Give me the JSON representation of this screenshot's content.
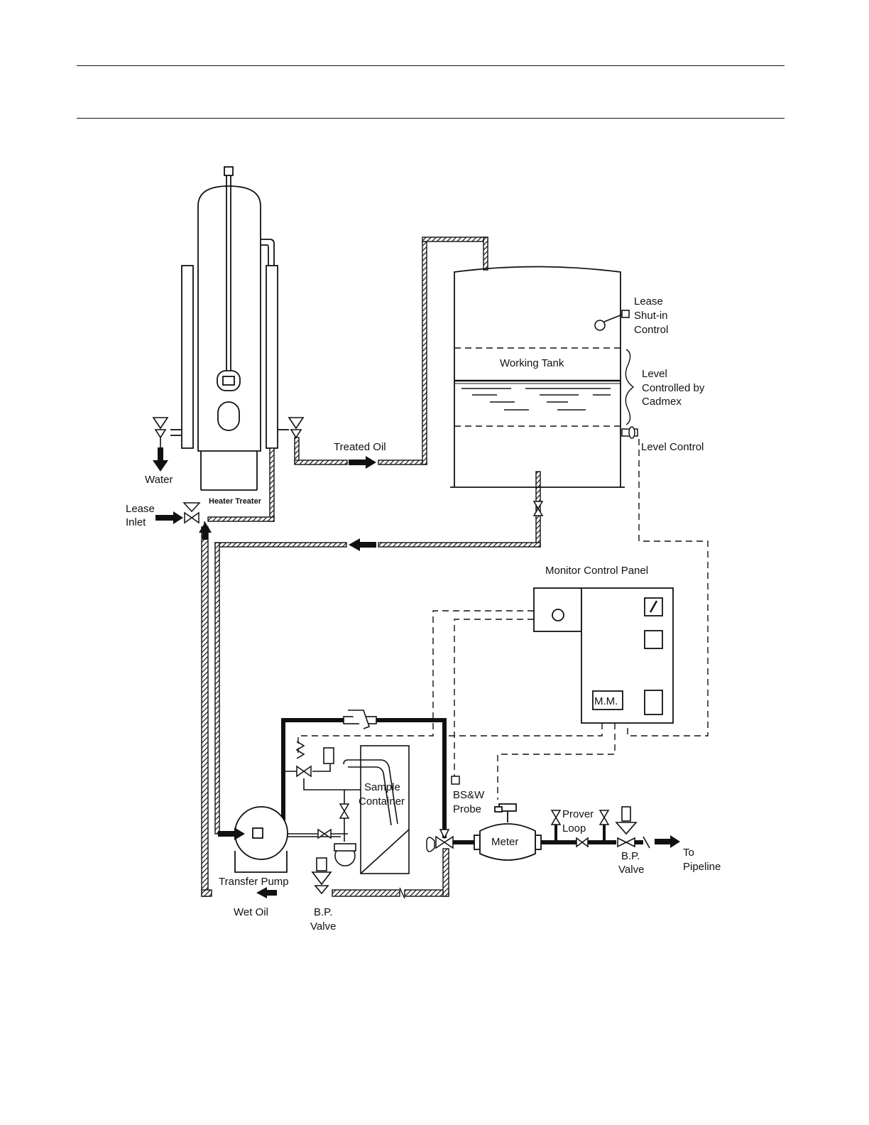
{
  "header": {
    "top_rule": "",
    "bottom_rule": ""
  },
  "labels": {
    "lease_line1": "Lease",
    "lease_line2": "Shut-in",
    "lease_line3": "Control",
    "working_tank": "Working Tank",
    "level_line1": "Level",
    "level_line2": "Controlled by",
    "level_line3": "Cadmex",
    "level_control": "Level Control",
    "treated_oil": "Treated Oil",
    "water": "Water",
    "heater_treater": "Heater Treater",
    "lease_inlet_line1": "Lease",
    "lease_inlet_line2": "Inlet",
    "monitor_control_panel": "Monitor Control Panel",
    "mm": "M.M.",
    "sample_line1": "Sample",
    "sample_line2": "Container",
    "bsw_line1": "BS&W",
    "bsw_line2": "Probe",
    "meter": "Meter",
    "prover_line1": "Prover",
    "prover_line2": "Loop",
    "bp_valve_right_line1": "B.P.",
    "bp_valve_right_line2": "Valve",
    "to_pipeline_line1": "To",
    "to_pipeline_line2": "Pipeline",
    "transfer_pump": "Transfer Pump",
    "wet_oil": "Wet Oil",
    "bp_valve_bottom_line1": "B.P.",
    "bp_valve_bottom_line2": "Valve"
  }
}
